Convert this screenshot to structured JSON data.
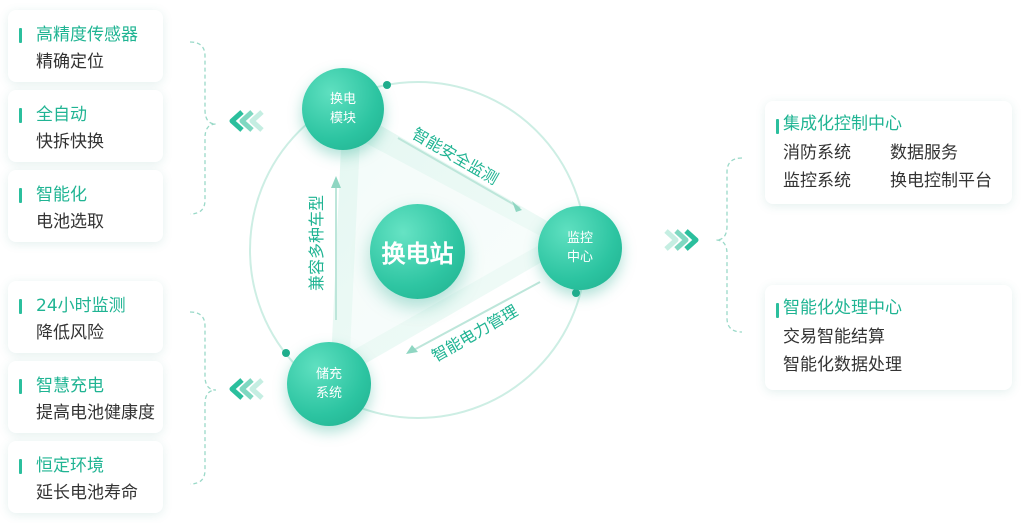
{
  "left_cards": [
    {
      "title": "高精度传感器",
      "sub": "精确定位"
    },
    {
      "title": "全自动",
      "sub": "快拆快换"
    },
    {
      "title": "智能化",
      "sub": "电池选取"
    },
    {
      "title": "24小时监测",
      "sub": "降低风险"
    },
    {
      "title": "智慧充电",
      "sub": "提高电池健康度"
    },
    {
      "title": "恒定环境",
      "sub": "延长电池寿命"
    }
  ],
  "center": {
    "label": "换电站"
  },
  "nodes": {
    "battery_module": "换电 模块",
    "monitor_center": "监控 中心",
    "storage_system": "储充 系统"
  },
  "edges": {
    "top_right": "智能安全监测",
    "bottom": "智能电力管理",
    "left": "兼容多种车型"
  },
  "right_cards": [
    {
      "title": "集成化控制中心",
      "items": [
        "消防系统",
        "数据服务",
        "监控系统",
        "换电控制平台"
      ]
    },
    {
      "title": "智能化处理中心",
      "items": [
        "交易智能结算",
        "智能化数据处理"
      ]
    }
  ],
  "colors": {
    "accent": "#2bbf9d",
    "accent_text": "#20b493",
    "body_text": "#333333"
  }
}
